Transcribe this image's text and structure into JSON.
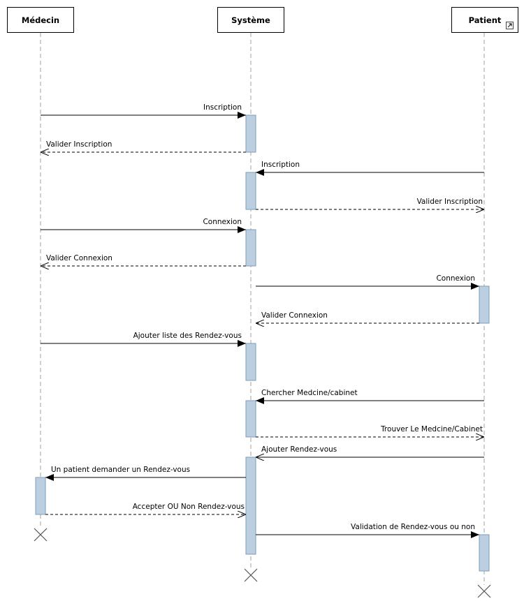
{
  "actors": {
    "medecin": "Médecin",
    "systeme": "Système",
    "patient": "Patient"
  },
  "messages": [
    {
      "label": "Inscription",
      "from": "medecin",
      "to": "systeme",
      "style": "sync"
    },
    {
      "label": "Valider Inscription",
      "from": "systeme",
      "to": "medecin",
      "style": "return"
    },
    {
      "label": "Inscription",
      "from": "patient",
      "to": "systeme",
      "style": "sync"
    },
    {
      "label": "Valider Inscription",
      "from": "systeme",
      "to": "patient",
      "style": "return"
    },
    {
      "label": "Connexion",
      "from": "medecin",
      "to": "systeme",
      "style": "sync"
    },
    {
      "label": "Valider Connexion",
      "from": "systeme",
      "to": "medecin",
      "style": "return"
    },
    {
      "label": "Connexion",
      "from": "systeme",
      "to": "patient",
      "style": "sync"
    },
    {
      "label": "Valider Connexion",
      "from": "patient",
      "to": "systeme",
      "style": "return"
    },
    {
      "label": "Ajouter liste des Rendez-vous",
      "from": "medecin",
      "to": "systeme",
      "style": "sync"
    },
    {
      "label": "Chercher Medcine/cabinet",
      "from": "patient",
      "to": "systeme",
      "style": "sync"
    },
    {
      "label": "Trouver Le Medcine/Cabinet",
      "from": "systeme",
      "to": "patient",
      "style": "return"
    },
    {
      "label": "Ajouter Rendez-vous",
      "from": "patient",
      "to": "systeme",
      "style": "async"
    },
    {
      "label": "Un patient demander un Rendez-vous",
      "from": "systeme",
      "to": "medecin",
      "style": "sync"
    },
    {
      "label": "Accepter OU Non Rendez-vous",
      "from": "medecin",
      "to": "systeme",
      "style": "return"
    },
    {
      "label": "Validation de Rendez-vous ou non",
      "from": "systeme",
      "to": "patient",
      "style": "sync"
    }
  ],
  "colors": {
    "activation_fill": "#bccfe0",
    "activation_stroke": "#7f9db9",
    "lifeline": "#a0a0a0",
    "line": "#000000"
  }
}
